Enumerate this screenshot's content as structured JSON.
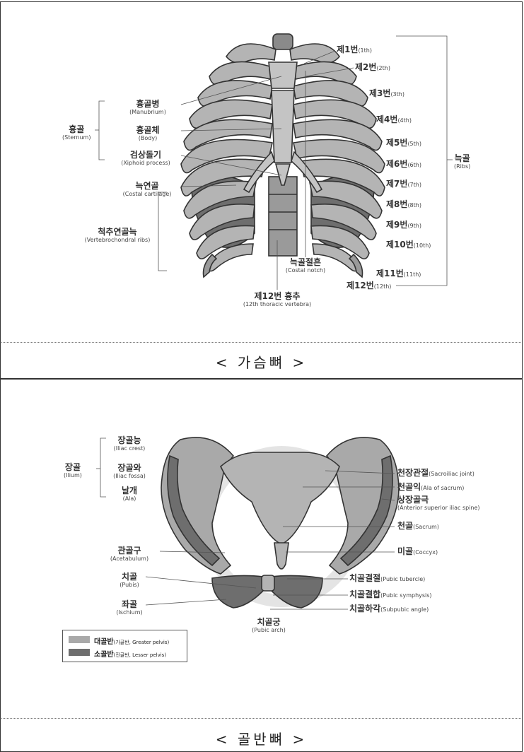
{
  "ribcage": {
    "caption": "< 가슴뼈 >",
    "left_labels": {
      "sternum": {
        "ko": "흉골",
        "en": "(Sternum)"
      },
      "manubrium": {
        "ko": "흉골병",
        "en": "(Manubrium)"
      },
      "body": {
        "ko": "흉골체",
        "en": "(Body)"
      },
      "xiphoid": {
        "ko": "검상돌기",
        "en": "(Xiphoid process)"
      },
      "costal_cartilage": {
        "ko": "늑연골",
        "en": "(Costal cartilage)"
      },
      "vertebrochondral": {
        "ko": "척추연골늑",
        "en": "(Vertebrochondral ribs)"
      }
    },
    "bottom_labels": {
      "costal_notch": {
        "ko": "늑골절흔",
        "en": "(Costal notch)"
      },
      "t12": {
        "ko": "제12번 흉추",
        "en": "(12th thoracic vertebra)"
      }
    },
    "ribs_group": {
      "ko": "늑골",
      "en": "(Ribs)"
    },
    "ribs": [
      {
        "ko": "제1번",
        "en": "(1th)"
      },
      {
        "ko": "제2번",
        "en": "(2th)"
      },
      {
        "ko": "제3번",
        "en": "(3th)"
      },
      {
        "ko": "제4번",
        "en": "(4th)"
      },
      {
        "ko": "제5번",
        "en": "(5th)"
      },
      {
        "ko": "제6번",
        "en": "(6th)"
      },
      {
        "ko": "제7번",
        "en": "(7th)"
      },
      {
        "ko": "제8번",
        "en": "(8th)"
      },
      {
        "ko": "제9번",
        "en": "(9th)"
      },
      {
        "ko": "제10번",
        "en": "(10th)"
      },
      {
        "ko": "제11번",
        "en": "(11th)"
      },
      {
        "ko": "제12번",
        "en": "(12th)"
      }
    ]
  },
  "pelvis": {
    "caption": "< 골반뼈 >",
    "left_labels": {
      "ilium": {
        "ko": "장골",
        "en": "(Ilium)"
      },
      "iliac_crest": {
        "ko": "장골능",
        "en": "(Iliac crest)"
      },
      "iliac_fossa": {
        "ko": "장골와",
        "en": "(Iliac fossa)"
      },
      "ala": {
        "ko": "날개",
        "en": "(Ala)"
      },
      "acetabulum": {
        "ko": "관골구",
        "en": "(Acetabulum)"
      },
      "pubis": {
        "ko": "치골",
        "en": "(Pubis)"
      },
      "ischium": {
        "ko": "좌골",
        "en": "(Ischium)"
      }
    },
    "right_labels": {
      "sacroiliac": {
        "ko": "천장관절",
        "en": "(Sacroiliac joint)"
      },
      "ala_sacrum": {
        "ko": "천골익",
        "en": "(Ala of sacrum)"
      },
      "asis": {
        "ko": "상장골극",
        "en": "(Anterior superior iliac spine)"
      },
      "sacrum": {
        "ko": "천골",
        "en": "(Sacrum)"
      },
      "coccyx": {
        "ko": "미골",
        "en": "(Coccyx)"
      },
      "pubic_tubercle": {
        "ko": "치골결절",
        "en": "(Pubic tubercle)"
      },
      "pubic_symphysis": {
        "ko": "치골결합",
        "en": "(Pubic symphysis)"
      },
      "subpubic_angle": {
        "ko": "치골하각",
        "en": "(Subpubic angle)"
      }
    },
    "pubic_arch": {
      "ko": "치골궁",
      "en": "(Pubic arch)"
    },
    "legend": [
      {
        "ko": "대골반",
        "en": "(가골반, Greater pelvis)",
        "color": "#a9a9a9"
      },
      {
        "ko": "소골반",
        "en": "(진골반, Lesser pelvis)",
        "color": "#6e6e6e"
      }
    ]
  },
  "colors": {
    "bone_light": "#b4b4b4",
    "bone_mid": "#9a9a9a",
    "bone_dark": "#6e6e6e",
    "outline": "#333333"
  }
}
